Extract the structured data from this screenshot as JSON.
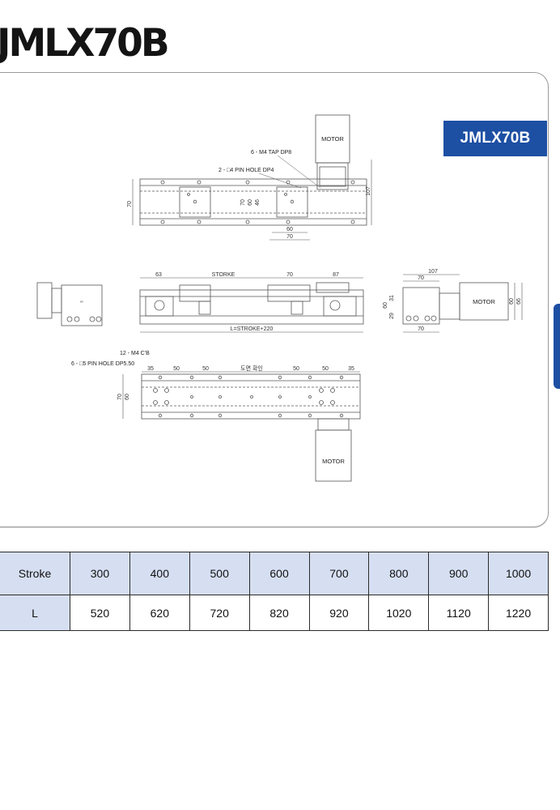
{
  "title": "JMLX70B",
  "badge": "JMLX70B",
  "drawing": {
    "top_view": {
      "motor": "MOTOR",
      "tap_note": "6 - M4 TAP DP8",
      "pin_note": "2 - □4 PIN HOLE DP4",
      "dim_70_left": "70",
      "dim_107_right": "107",
      "dim_70_center": "70",
      "dim_60_center": "60",
      "dim_46_center": "46",
      "dim_60_bottom": "60",
      "dim_70_bottom": "70"
    },
    "front_view": {
      "dim_63": "63",
      "stroke_label": "STORKE",
      "dim_70": "70",
      "dim_87": "87",
      "length_label": "L=STROKE+220"
    },
    "end_view": {
      "motor": "MOTOR",
      "dim_107": "107",
      "dim_70_top": "70",
      "dim_60_left": "60",
      "dim_31": "31",
      "dim_29": "29",
      "dim_70_bottom": "70",
      "dim_60_right": "60",
      "dim_66": "66"
    },
    "bottom_view": {
      "motor": "MOTOR",
      "cb_note": "12 - M4 C'B",
      "pin_note": "6 - □5 PIN HOLE DP5.50",
      "dim_35_left": "35",
      "dim_50_a": "50",
      "dim_50_b": "50",
      "confirm_label": "도면 확인",
      "dim_50_c": "50",
      "dim_50_d": "50",
      "dim_35_right": "35",
      "dim_70": "70",
      "dim_60": "60"
    }
  },
  "spec_table": {
    "row_labels": [
      "Stroke",
      "L"
    ],
    "stroke": [
      "300",
      "400",
      "500",
      "600",
      "700",
      "800",
      "900",
      "1000"
    ],
    "length": [
      "520",
      "620",
      "720",
      "820",
      "920",
      "1020",
      "1120",
      "1220"
    ]
  },
  "colors": {
    "accent": "#1d4fa3",
    "header_fill": "#d6dff2"
  }
}
